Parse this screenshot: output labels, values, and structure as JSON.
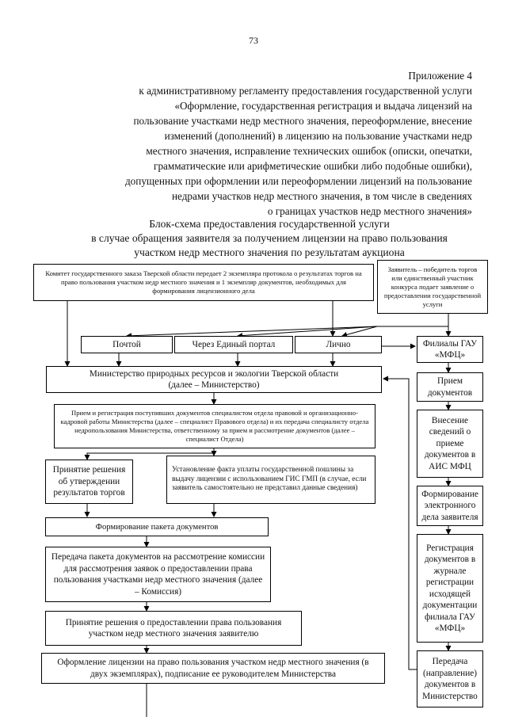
{
  "page_number": "73",
  "header": [
    "Приложение 4",
    "к административному регламенту предоставления государственной услуги",
    "«Оформление, государственная регистрация и выдача лицензий на",
    "пользование участками недр местного значения, переоформление, внесение",
    "изменений (дополнений) в лицензию на пользование участками недр",
    "местного значения, исправление технических ошибок (описки, опечатки,",
    "грамматические или арифметические ошибки либо подобные ошибки),",
    "допущенных при оформлении или переоформлении лицензий на пользование",
    "недрами участков недр местного значения, в том числе в сведениях",
    "о границах участков недр местного значения»"
  ],
  "title": [
    "Блок-схема предоставления государственной услуги",
    "в случае обращения заявителя за получением лицензии на право пользования",
    "участком недр местного значения по результатам аукциона"
  ],
  "nodes": {
    "committee": "Комитет государственного заказа Тверской области передает 2 экземпляра протокола о результатах торгов на право пользования участком недр местного значения и 1 экземпляр документов, необходимых для формирования лицензионного дела",
    "applicant": "Заявитель – победитель торгов или единственный участник конкурса подает заявление о предоставлении государственной услуги",
    "mail": "Почтой",
    "portal": "Через Единый портал",
    "personally": "Лично",
    "mfc": "Филиалы ГАУ «МФЦ»",
    "ministry": "Министерство природных ресурсов и экологии Тверской области (далее – Министерство)",
    "reception": "Прием и регистрация поступивших документов специалистом отдела правовой и организационно-кадровой работы Министерства (далее – специалист Правового отдела) и их передача специалисту отдела недропользования Министерства, ответственному за прием и рассмотрение документов (далее – специалист Отдела)",
    "decision_results": "Принятие решения об утверждении результатов торгов",
    "fee": "Установление факта уплаты государственной пошлины за выдачу лицензии с использованием ГИС ГМП (в случае, если заявитель самостоятельно не представил данные сведения)",
    "package": "Формирование пакета документов",
    "commission": "Передача пакета документов на рассмотрение комиссии для рассмотрения заявок о предоставлении права пользования участками недр местного значения (далее – Комиссия)",
    "grant": "Принятие решения о предоставлении права пользования участком недр местного значения заявителю",
    "license": "Оформление лицензии на право пользования участком недр местного значения (в двух экземплярах), подписание ее руководителем Министерства",
    "mfc_accept": "Прием документов",
    "mfc_record": "Внесение сведений о приеме документов в АИС МФЦ",
    "mfc_file": "Формирование электронного дела заявителя",
    "mfc_register": "Регистрация документов в журнале регистрации исходящей документации филиала ГАУ «МФЦ»",
    "mfc_send": "Передача (направление) документов в Министерство"
  }
}
